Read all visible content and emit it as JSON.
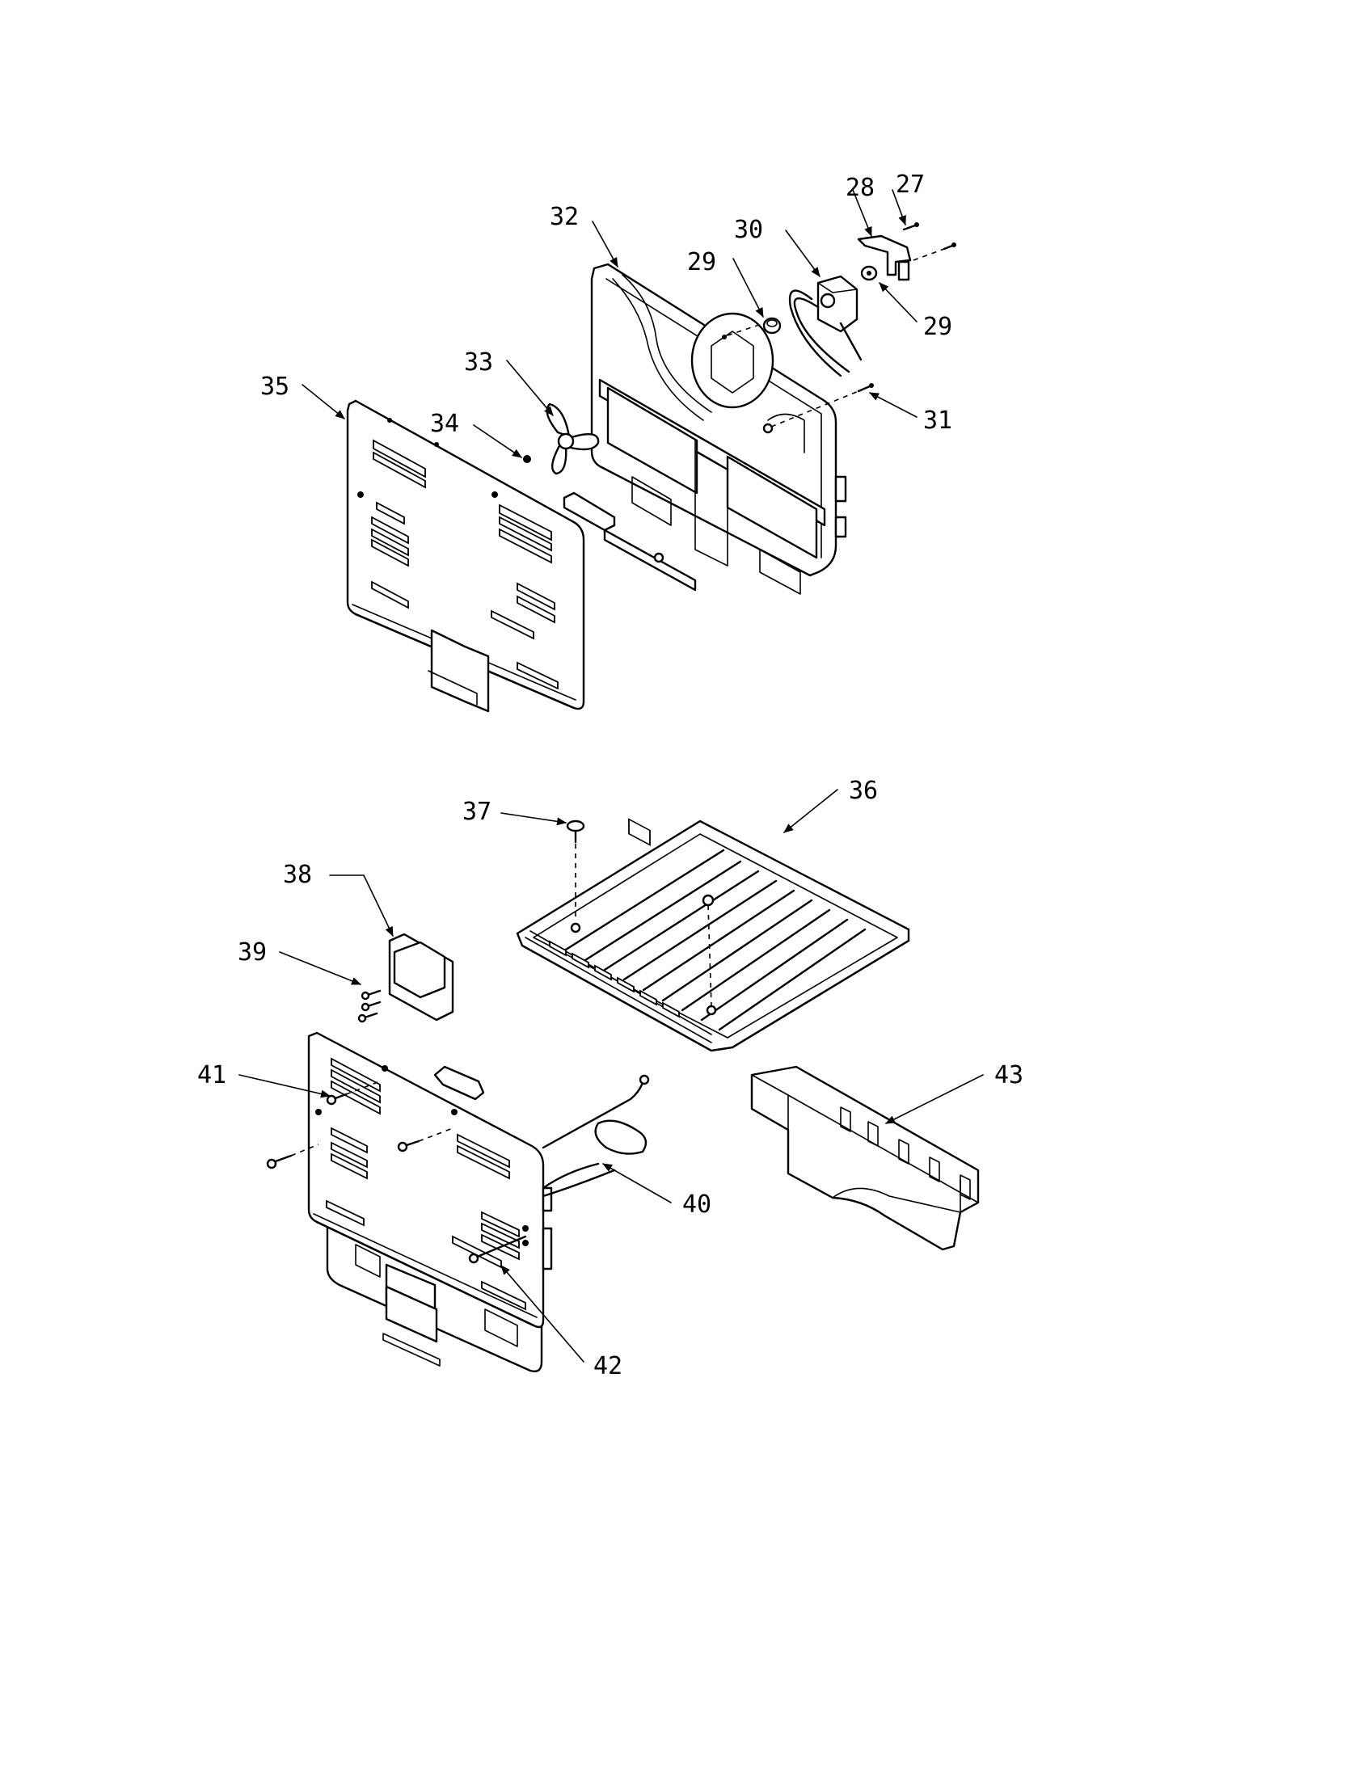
{
  "callouts": {
    "c27": "27",
    "c28": "28",
    "c29a": "29",
    "c29b": "29",
    "c30": "30",
    "c31": "31",
    "c32": "32",
    "c33": "33",
    "c34": "34",
    "c35": "35",
    "c36": "36",
    "c37": "37",
    "c38": "38",
    "c39": "39",
    "c40": "40",
    "c41": "41",
    "c42": "42",
    "c43": "43"
  }
}
